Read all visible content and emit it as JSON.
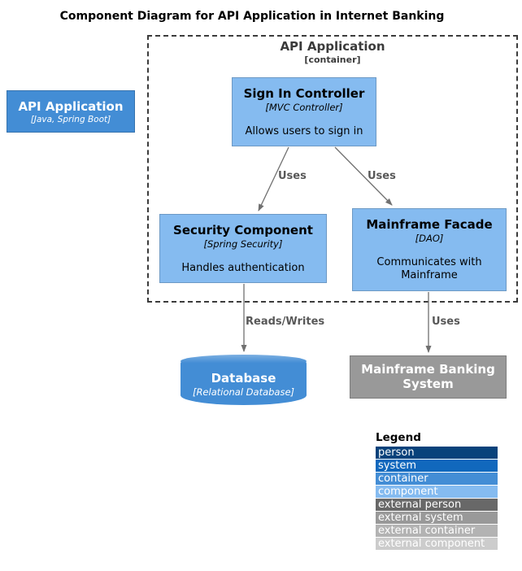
{
  "title": "Component Diagram for API Application in Internet Banking",
  "boundary": {
    "title": "API Application",
    "type_label": "[container]"
  },
  "nodes": {
    "api_application": {
      "title": "API Application",
      "tech": "[Java, Spring Boot]"
    },
    "sign_in_controller": {
      "title": "Sign In Controller",
      "tech": "[MVC Controller]",
      "description": "Allows users to sign in"
    },
    "security_component": {
      "title": "Security Component",
      "tech": "[Spring Security]",
      "description": "Handles authentication"
    },
    "mainframe_facade": {
      "title": "Mainframe Facade",
      "tech": "[DAO]",
      "description": "Communicates with Mainframe"
    },
    "database": {
      "title": "Database",
      "tech": "[Relational Database]"
    },
    "mainframe_banking_system": {
      "title": "Mainframe Banking System"
    }
  },
  "edges": {
    "signin_to_security": {
      "label": "Uses"
    },
    "signin_to_facade": {
      "label": "Uses"
    },
    "security_to_database": {
      "label": "Reads/Writes"
    },
    "facade_to_mainframe": {
      "label": "Uses"
    }
  },
  "legend": {
    "title": "Legend",
    "items": [
      {
        "label": "person",
        "color": "#08427b"
      },
      {
        "label": "system",
        "color": "#1168bd"
      },
      {
        "label": "container",
        "color": "#438dd5"
      },
      {
        "label": "component",
        "color": "#85bbf0"
      },
      {
        "label": "external person",
        "color": "#686868"
      },
      {
        "label": "external system",
        "color": "#999999"
      },
      {
        "label": "external container",
        "color": "#b3b3b3"
      },
      {
        "label": "external component",
        "color": "#cccccc"
      }
    ]
  },
  "colors": {
    "component": "#85bbf0",
    "container": "#438dd5",
    "external_system": "#999999",
    "arrow": "#707070",
    "edge_label_text": "#585858",
    "boundary_label_text": "#3b3b3b"
  }
}
